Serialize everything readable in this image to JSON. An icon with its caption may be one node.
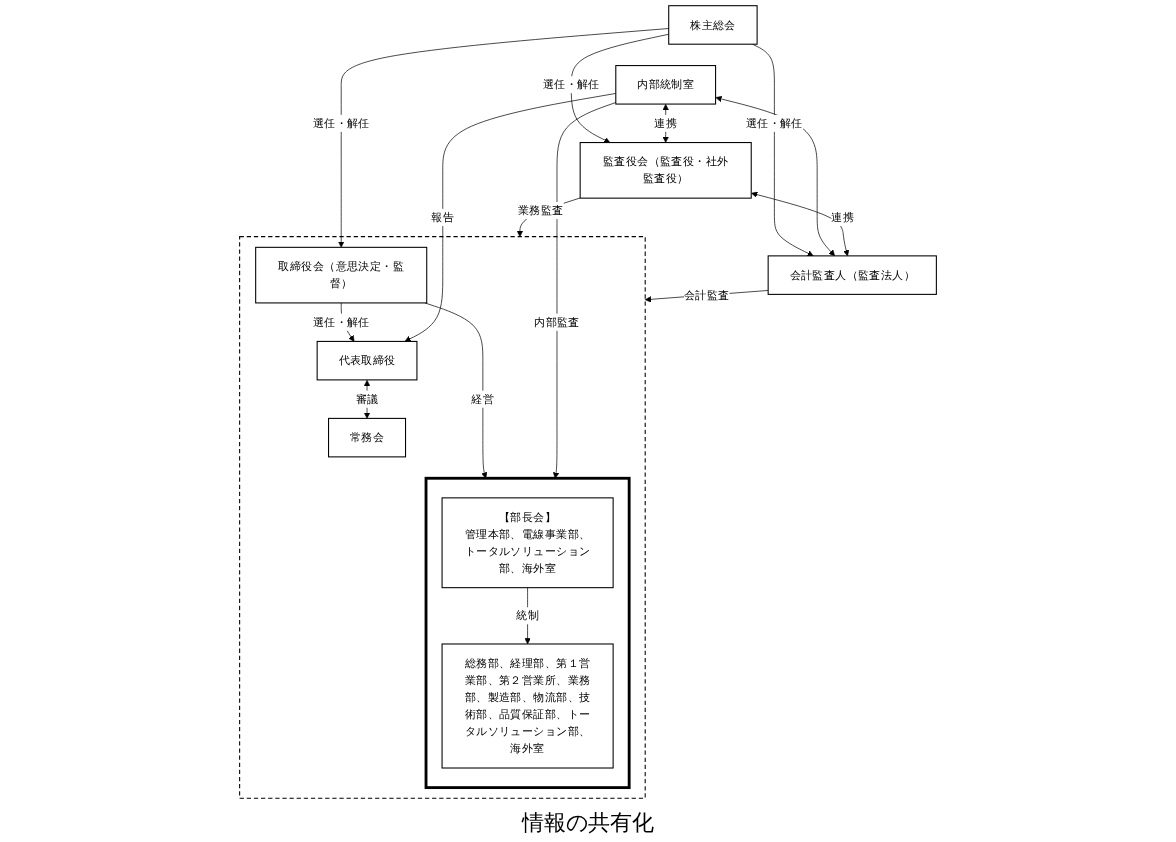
{
  "diagram": {
    "nodes": [
      {
        "text": [
          "株主総会"
        ]
      },
      {
        "text": [],
        "shape": "box"
      },
      {
        "text": [
          "取締役会（意思決定・監督）"
        ],
        "in": 1
      },
      {
        "text": [
          "代表取締役"
        ],
        "in": 1
      },
      {
        "text": [
          "常務会"
        ],
        "in": 1
      },
      {
        "text": [],
        "shape": "box",
        "in": 1
      },
      {
        "text": [
          "【部長会】",
          "管理本部、電線事業部、トータルソリューション部、海外室"
        ],
        "in": 5
      },
      {
        "text": [
          "総務部、経理部、第１営業部、第２営業所、業務部、製造部、物流部、技術部、品質保証部、トータルソリューション部、海外室"
        ],
        "in": 5
      },
      {
        "text": [
          "監査役会（監査役・社外監査役）"
        ]
      },
      {
        "text": [
          "内部統制室"
        ]
      },
      {
        "text": [
          "会計監査人（監査法人）"
        ]
      }
    ],
    "edges": [
      {
        "from": 0,
        "to": 8,
        "arrow": "to",
        "label": "選任・解任"
      },
      {
        "from": 0,
        "to": 2,
        "arrow": "to",
        "label": "選任・解任"
      },
      {
        "from": 0,
        "to": 10,
        "arrow": "to",
        "label": "選任・解任"
      },
      {
        "from": 2,
        "to": 3,
        "arrow": "to",
        "label": "選任・解任"
      },
      {
        "from": 9,
        "to": 3,
        "arrow": "to",
        "label": "報告"
      },
      {
        "from": 3,
        "to": 4,
        "arrow": "both",
        "label": "審議"
      },
      {
        "from": 2,
        "to": 5,
        "arrow": "to",
        "label": "経営"
      },
      {
        "from": 8,
        "to": 1,
        "arrow": "to",
        "label": "業務監査"
      },
      {
        "from": 9,
        "to": 5,
        "arrow": "to",
        "label": "内部監査"
      },
      {
        "from": 10,
        "to": 1,
        "arrow": "to",
        "label": "会計監査"
      },
      {
        "from": 6,
        "to": 7,
        "arrow": "to",
        "label": "統制"
      },
      {
        "from": 9,
        "to": 8,
        "arrow": "both",
        "label": "連携"
      },
      {
        "from": 9,
        "to": 10,
        "arrow": "both"
      },
      {
        "from": 8,
        "to": 10,
        "arrow": "both",
        "label": "連携"
      }
    ],
    "labels": [
      "情報の共有化"
    ]
  }
}
